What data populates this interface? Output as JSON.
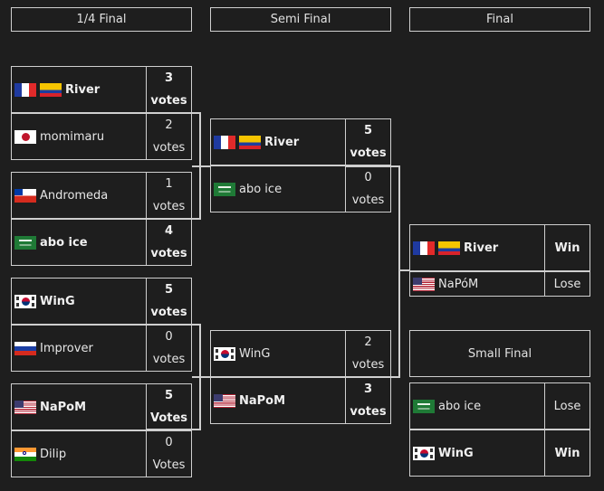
{
  "headers": {
    "quarter": "1/4 Final",
    "semi": "Semi Final",
    "final": "Final",
    "small_final": "Small Final"
  },
  "quarter_final": [
    {
      "top": {
        "name": "River",
        "flags": [
          "fr",
          "co"
        ],
        "score_line1": "3",
        "score_line2": "votes",
        "winner": true
      },
      "bottom": {
        "name": "momimaru",
        "flags": [
          "jp"
        ],
        "score_line1": "2",
        "score_line2": "votes",
        "winner": false
      }
    },
    {
      "top": {
        "name": "Andromeda",
        "flags": [
          "cl"
        ],
        "score_line1": "1",
        "score_line2": "votes",
        "winner": false
      },
      "bottom": {
        "name": "abo ice",
        "flags": [
          "sa"
        ],
        "score_line1": "4",
        "score_line2": "votes",
        "winner": true
      }
    },
    {
      "top": {
        "name": "WinG",
        "flags": [
          "kr"
        ],
        "score_line1": "5",
        "score_line2": "votes",
        "winner": true
      },
      "bottom": {
        "name": "Improver",
        "flags": [
          "ru"
        ],
        "score_line1": "0",
        "score_line2": "votes",
        "winner": false
      }
    },
    {
      "top": {
        "name": "NaPoM",
        "flags": [
          "us"
        ],
        "score_line1": "5",
        "score_line2": "Votes",
        "winner": true
      },
      "bottom": {
        "name": "Dilip",
        "flags": [
          "in"
        ],
        "score_line1": "0",
        "score_line2": "Votes",
        "winner": false
      }
    }
  ],
  "semi_final": [
    {
      "top": {
        "name": "River",
        "flags": [
          "fr",
          "co"
        ],
        "score_line1": "5",
        "score_line2": "votes",
        "winner": true
      },
      "bottom": {
        "name": "abo ice",
        "flags": [
          "sa"
        ],
        "score_line1": "0",
        "score_line2": "votes",
        "winner": false
      }
    },
    {
      "top": {
        "name": "WinG",
        "flags": [
          "kr"
        ],
        "score_line1": "2",
        "score_line2": "votes",
        "winner": false
      },
      "bottom": {
        "name": "NaPoM",
        "flags": [
          "us"
        ],
        "score_line1": "3",
        "score_line2": "votes",
        "winner": true
      }
    }
  ],
  "final": {
    "top": {
      "name": "River",
      "flags": [
        "fr",
        "co"
      ],
      "score": "Win",
      "winner": true
    },
    "bottom": {
      "name": "NaPóM",
      "flags": [
        "us"
      ],
      "score": "Lose",
      "winner": false
    }
  },
  "small_final": {
    "top": {
      "name": "abo ice",
      "flags": [
        "sa"
      ],
      "score": "Lose",
      "winner": false
    },
    "bottom": {
      "name": "WinG",
      "flags": [
        "kr"
      ],
      "score": "Win",
      "winner": true
    }
  }
}
